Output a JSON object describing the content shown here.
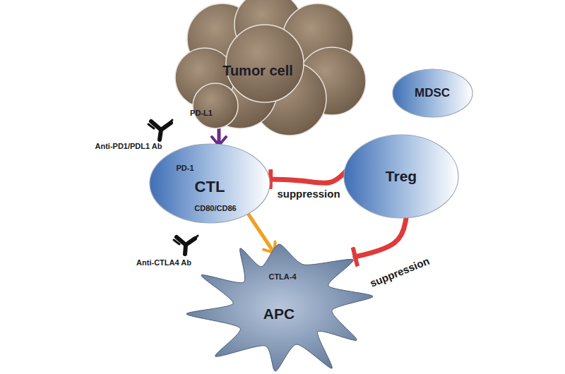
{
  "diagram": {
    "nodes": [
      {
        "text": [
          "Tumor cell",
          "PD-L1"
        ]
      },
      {
        "text": [
          "MDSC"
        ]
      },
      {
        "text": [
          "PD-1",
          "CTL",
          "CD80/CD86"
        ]
      },
      {
        "text": [
          "Treg"
        ]
      },
      {
        "text": [
          "CTLA-4",
          "APC"
        ]
      }
    ],
    "edges": [
      {
        "from": 0,
        "to": 2,
        "arrow": "to"
      },
      {
        "from": 2,
        "to": 4,
        "arrow": "to"
      },
      {
        "from": 3,
        "to": 2,
        "label": "suppression",
        "arrow": "to"
      },
      {
        "from": 3,
        "to": 4,
        "label": "suppression",
        "arrow": "to"
      }
    ],
    "labels": [
      "Anti-PD1/PDL1 Ab",
      "Anti-CTLA4 Ab"
    ]
  }
}
